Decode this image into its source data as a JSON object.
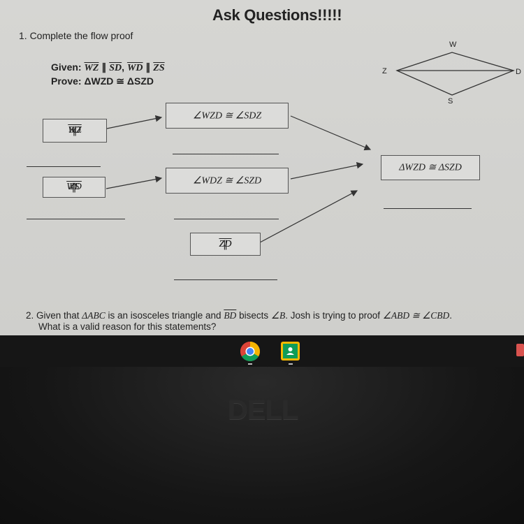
{
  "header": {
    "title": "Ask Questions!!!!!"
  },
  "q1": {
    "prompt": "1. Complete the flow proof",
    "given_label": "Given:",
    "given_seg1": "WZ",
    "given_par": " ∥ ",
    "given_seg2": "SD",
    "given_sep": ", ",
    "given_seg3": "WD",
    "given_seg4": "ZS",
    "prove_label": "Prove:",
    "prove_stmt": "ΔWZD ≅ ΔSZD",
    "diagram": {
      "W": "W",
      "Z": "Z",
      "D": "D",
      "S": "S"
    },
    "boxes": {
      "wz_seg": "WZ",
      "sd_seg": "SD",
      "par": " ∥ ",
      "wd_seg": "WD",
      "zs_seg": "ZS",
      "angle1": "∠WZD ≅ ∠SDZ",
      "angle2": "∠WDZ ≅ ∠SZD",
      "zd_seg1": "ZD",
      "zd_seg2": "ZD",
      "conclusion": "ΔWZD ≅ ΔSZD"
    }
  },
  "q2": {
    "line1_a": "2. Given that ",
    "line1_tri": "ΔABC",
    "line1_b": " is an isosceles triangle and ",
    "line1_bd": "BD",
    "line1_c": " bisects ",
    "line1_angB": "∠B",
    "line1_d": ". Josh is trying to proof ",
    "line1_angs": "∠ABD ≅ ∠CBD",
    "line1_e": ".",
    "line2": "What is a valid reason for this statements?"
  },
  "taskbar": {
    "apps": [
      "chrome-icon",
      "classroom-icon"
    ]
  },
  "brand": "DELL",
  "colors": {
    "paper": "#d4d4d1",
    "bezel": "#161616",
    "ink": "#222222"
  }
}
